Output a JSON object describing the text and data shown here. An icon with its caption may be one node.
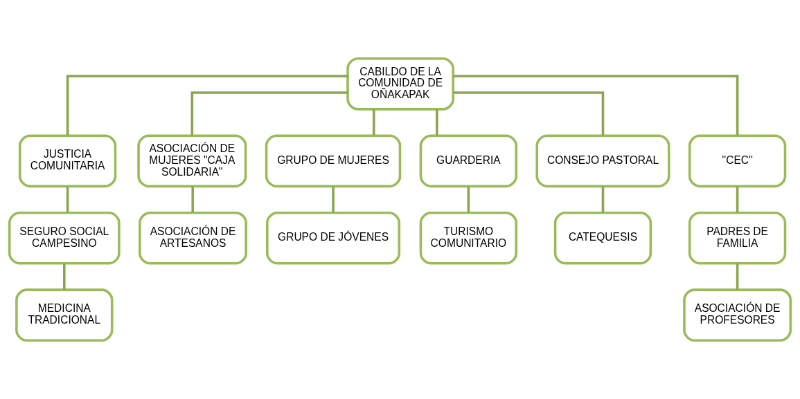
{
  "diagram": {
    "nodes": [
      {
        "text": [
          "CABILDO DE LA COMUNIDAD DE OÑAKAPAK"
        ]
      },
      {
        "text": [
          "JUSTICIA COMUNITARIA"
        ]
      },
      {
        "text": [
          "ASOCIACIÓN DE MUJERES \"CAJA SOLIDARIA\""
        ]
      },
      {
        "text": [
          "GRUPO DE MUJERES"
        ]
      },
      {
        "text": [
          "GUARDERIA"
        ]
      },
      {
        "text": [
          "CONSEJO PASTORAL"
        ]
      },
      {
        "text": [
          "''CEC''"
        ]
      },
      {
        "text": [
          "SEGURO SOCIAL CAMPESINO"
        ]
      },
      {
        "text": [
          "ASOCIACIÓN DE ARTESANOS"
        ]
      },
      {
        "text": [
          "GRUPO DE JÓVENES"
        ]
      },
      {
        "text": [
          "TURISMO COMUNITARIO"
        ]
      },
      {
        "text": [
          "CATEQUESIS"
        ]
      },
      {
        "text": [
          "PADRES DE FAMILIA"
        ]
      },
      {
        "text": [
          "MEDICINA TRADICIONAL"
        ]
      },
      {
        "text": [
          "ASOCIACIÓN DE PROFESORES"
        ]
      }
    ],
    "edges": [
      {
        "from": 0,
        "to": 1,
        "arrow": "none"
      },
      {
        "from": 0,
        "to": 2,
        "arrow": "none"
      },
      {
        "from": 0,
        "to": 3,
        "arrow": "none"
      },
      {
        "from": 0,
        "to": 4,
        "arrow": "none"
      },
      {
        "from": 0,
        "to": 5,
        "arrow": "none"
      },
      {
        "from": 0,
        "to": 6,
        "arrow": "none"
      },
      {
        "from": 1,
        "to": 7,
        "arrow": "none"
      },
      {
        "from": 2,
        "to": 8,
        "arrow": "none"
      },
      {
        "from": 3,
        "to": 9,
        "arrow": "none"
      },
      {
        "from": 4,
        "to": 10,
        "arrow": "none"
      },
      {
        "from": 5,
        "to": 11,
        "arrow": "none"
      },
      {
        "from": 6,
        "to": 12,
        "arrow": "none"
      },
      {
        "from": 7,
        "to": 13,
        "arrow": "none"
      },
      {
        "from": 12,
        "to": 14,
        "arrow": "none"
      }
    ]
  }
}
